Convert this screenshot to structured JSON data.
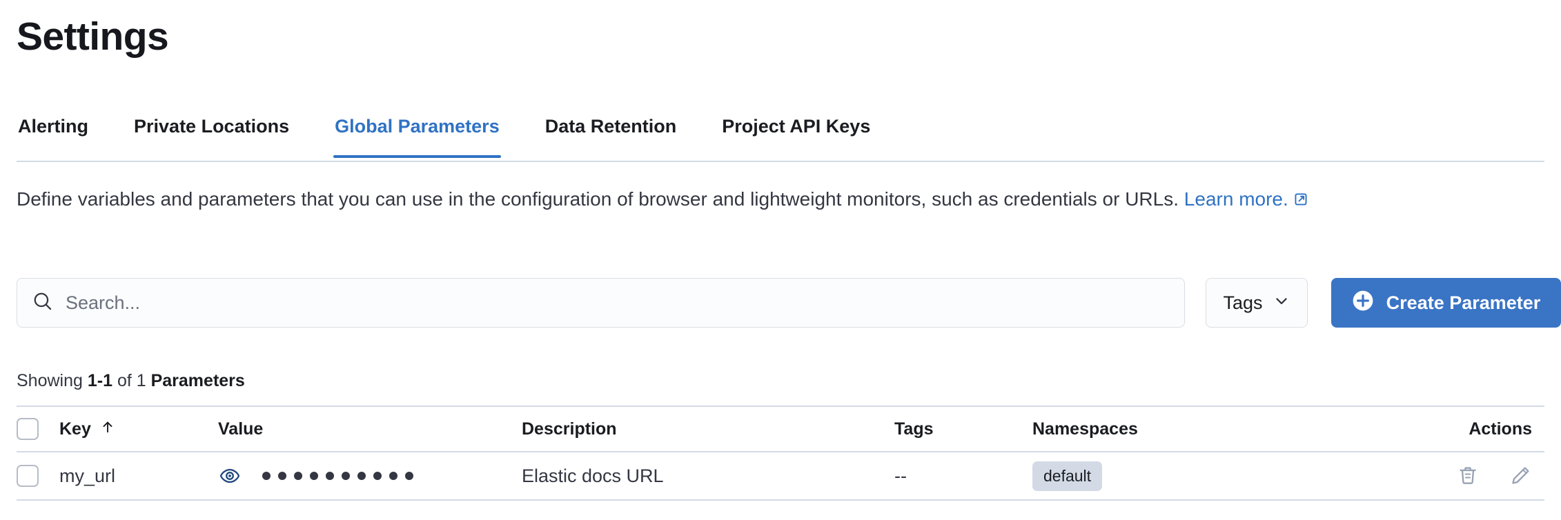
{
  "page_title": "Settings",
  "tabs": [
    {
      "label": "Alerting",
      "active": false,
      "name": "tab-alerting"
    },
    {
      "label": "Private Locations",
      "active": false,
      "name": "tab-private-locations"
    },
    {
      "label": "Global Parameters",
      "active": true,
      "name": "tab-global-parameters"
    },
    {
      "label": "Data Retention",
      "active": false,
      "name": "tab-data-retention"
    },
    {
      "label": "Project API Keys",
      "active": false,
      "name": "tab-project-api-keys"
    }
  ],
  "description": {
    "text": "Define variables and parameters that you can use in the configuration of browser and lightweight monitors, such as credentials or URLs.",
    "link_text": "Learn more.",
    "link_icon": "external-link-icon"
  },
  "controls": {
    "search_placeholder": "Search...",
    "search_value": "",
    "search_icon": "search-icon",
    "tags_label": "Tags",
    "tags_icon": "chevron-down-icon",
    "create_label": "Create Parameter",
    "create_icon": "plus-circle-icon"
  },
  "summary": {
    "prefix": "Showing ",
    "range": "1-1",
    "middle": " of 1 ",
    "entity": "Parameters"
  },
  "table": {
    "columns": [
      {
        "label": "Key",
        "sort": "ascending",
        "sort_icon": "arrow-up-icon"
      },
      {
        "label": "Value"
      },
      {
        "label": "Description"
      },
      {
        "label": "Tags"
      },
      {
        "label": "Namespaces"
      },
      {
        "label": "Actions"
      }
    ],
    "rows": [
      {
        "key": "my_url",
        "value_masked": "••••••••••",
        "value_mask_count": 10,
        "value_toggle_icon": "eye-icon",
        "description": "Elastic docs URL",
        "tags": "--",
        "namespaces": [
          "default"
        ],
        "actions": [
          {
            "icon": "trash-icon",
            "name": "delete-parameter-button"
          },
          {
            "icon": "pencil-icon",
            "name": "edit-parameter-button"
          }
        ]
      }
    ]
  },
  "colors": {
    "accent_blue": "#3a74c5",
    "tab_active": "#2f72c4",
    "badge_bg": "#d3dae6",
    "border": "#d3dae6",
    "text": "#343741"
  }
}
